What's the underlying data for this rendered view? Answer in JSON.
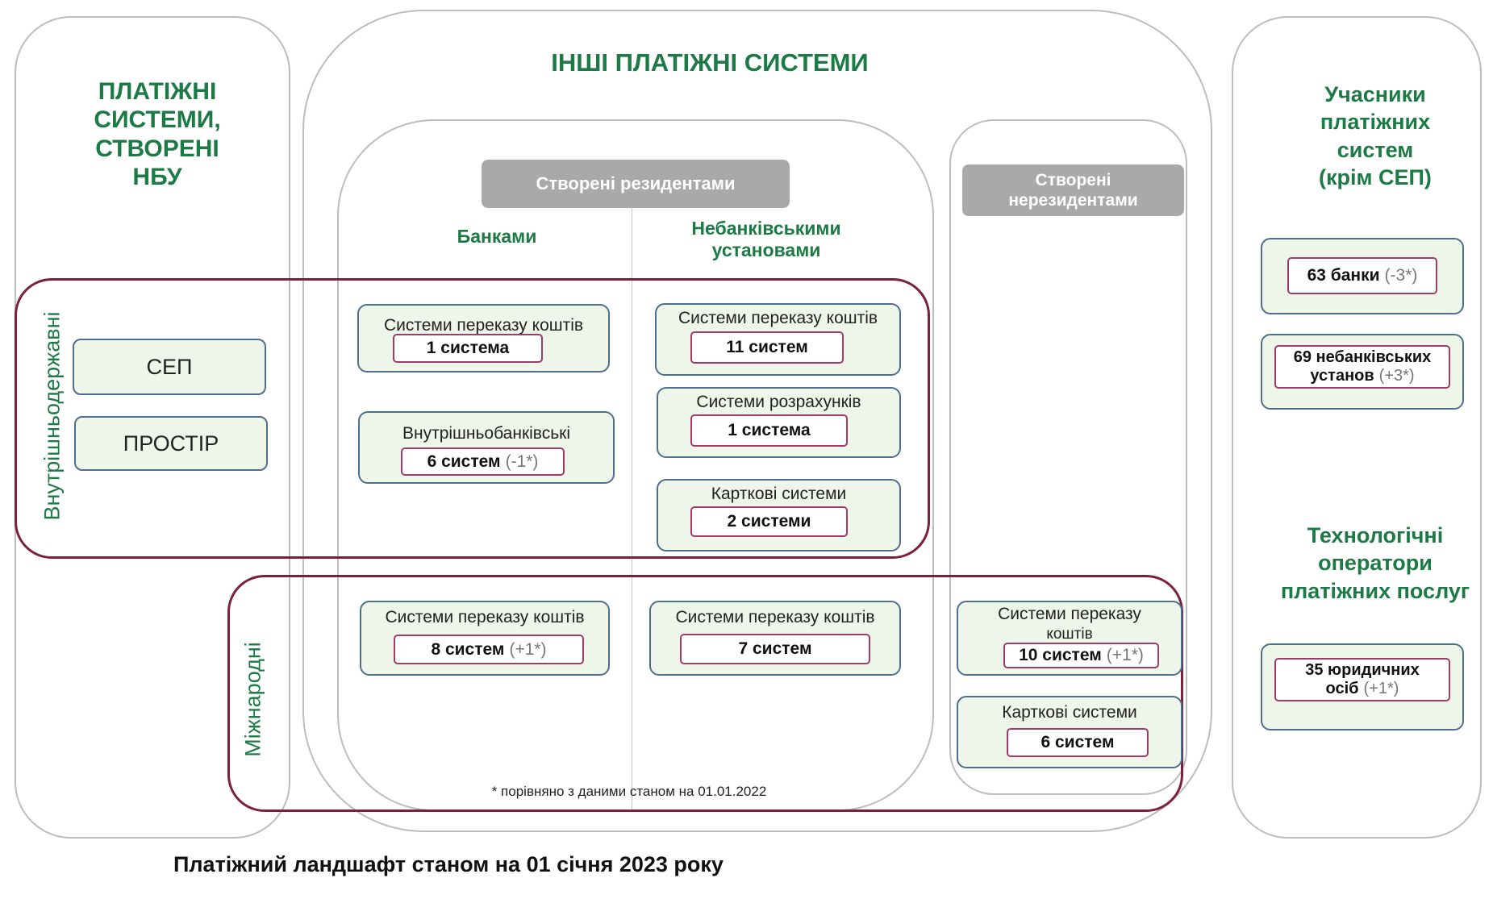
{
  "nbu": {
    "title_lines": [
      "ПЛАТІЖНІ",
      "СИСТЕМИ,",
      "СТВОРЕНІ",
      "НБУ"
    ],
    "sep": "СЕП",
    "prostir": "ПРОСТІР"
  },
  "other": {
    "title": "ІНШІ ПЛАТІЖНІ СИСТЕМИ",
    "residents_tag": "Створені резидентами",
    "nonresidents_tag_lines": [
      "Створені",
      "нерезидентами"
    ],
    "banks_label": "Банками",
    "nonbank_label_lines": [
      "Небанківськими",
      "установами"
    ]
  },
  "scopes": {
    "domestic": "Внутрішньодержавні",
    "international": "Міжнародні"
  },
  "cells": {
    "bank_transfer_dom": {
      "title": "Системи переказу коштів",
      "value": "1 система",
      "delta": ""
    },
    "bank_intrabank": {
      "title": "Внутрішньобанківські",
      "value": "6 систем",
      "delta": "(-1*)"
    },
    "nonbank_transfer_dom": {
      "title": "Системи переказу коштів",
      "value": "11 систем",
      "delta": ""
    },
    "nonbank_settlement": {
      "title": "Системи розрахунків",
      "value": "1 система",
      "delta": ""
    },
    "nonbank_card": {
      "title": "Карткові системи",
      "value": "2 системи",
      "delta": ""
    },
    "bank_transfer_int": {
      "title": "Системи переказу коштів",
      "value": "8 систем",
      "delta": "(+1*)"
    },
    "nonbank_transfer_int": {
      "title": "Системи переказу коштів",
      "value": "7 систем",
      "delta": ""
    },
    "nonres_transfer": {
      "title_lines": [
        "Системи переказу",
        "коштів"
      ],
      "value": "10 систем",
      "delta": "(+1*)"
    },
    "nonres_card": {
      "title": "Карткові системи",
      "value": "6 систем",
      "delta": ""
    }
  },
  "footnote": "* порівняно з даними станом на 01.01.2022",
  "participants": {
    "title_lines": [
      "Учасники",
      "платіжних",
      "систем",
      "(крім СЕП)"
    ],
    "banks": {
      "value": "63 банки",
      "delta": "(-3*)"
    },
    "nonbanks": {
      "value_line1": "69 небанківських",
      "value_line2": "установ",
      "delta": "(+3*)"
    }
  },
  "operators": {
    "title_lines": [
      "Технологічні",
      "оператори",
      "платіжних послуг"
    ],
    "entities": {
      "value_line1": "35 юридичних",
      "value_line2": "осіб",
      "delta": "(+1*)"
    }
  },
  "caption": "Платіжний ландшафт станом на 01 січня 2023 року",
  "colors": {
    "green": "#1c7a45",
    "maroon": "#7a1f3d",
    "gray_tag": "#a9a9ab",
    "box_fill": "#eef5e9",
    "box_border": "#4d6f8c"
  }
}
